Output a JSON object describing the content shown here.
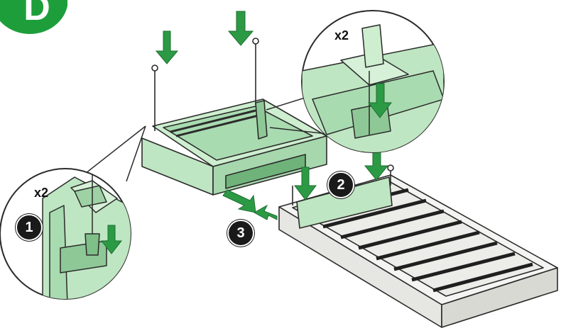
{
  "section_badge": {
    "letter": "D",
    "color": "#1e9e3a"
  },
  "callouts": {
    "left": {
      "quantity": "x2"
    },
    "right": {
      "quantity": "x2"
    }
  },
  "steps": [
    {
      "number": "1"
    },
    {
      "number": "2"
    },
    {
      "number": "3"
    }
  ],
  "colors": {
    "part_fill": "#bfe6c2",
    "part_dark": "#8fc897",
    "arrow_green": "#2c9a45",
    "line": "#2b2b2b",
    "tray": "#f4f4f2"
  },
  "icons": [
    "down-arrow-icon",
    "left-arrow-icon",
    "screw-icon"
  ]
}
